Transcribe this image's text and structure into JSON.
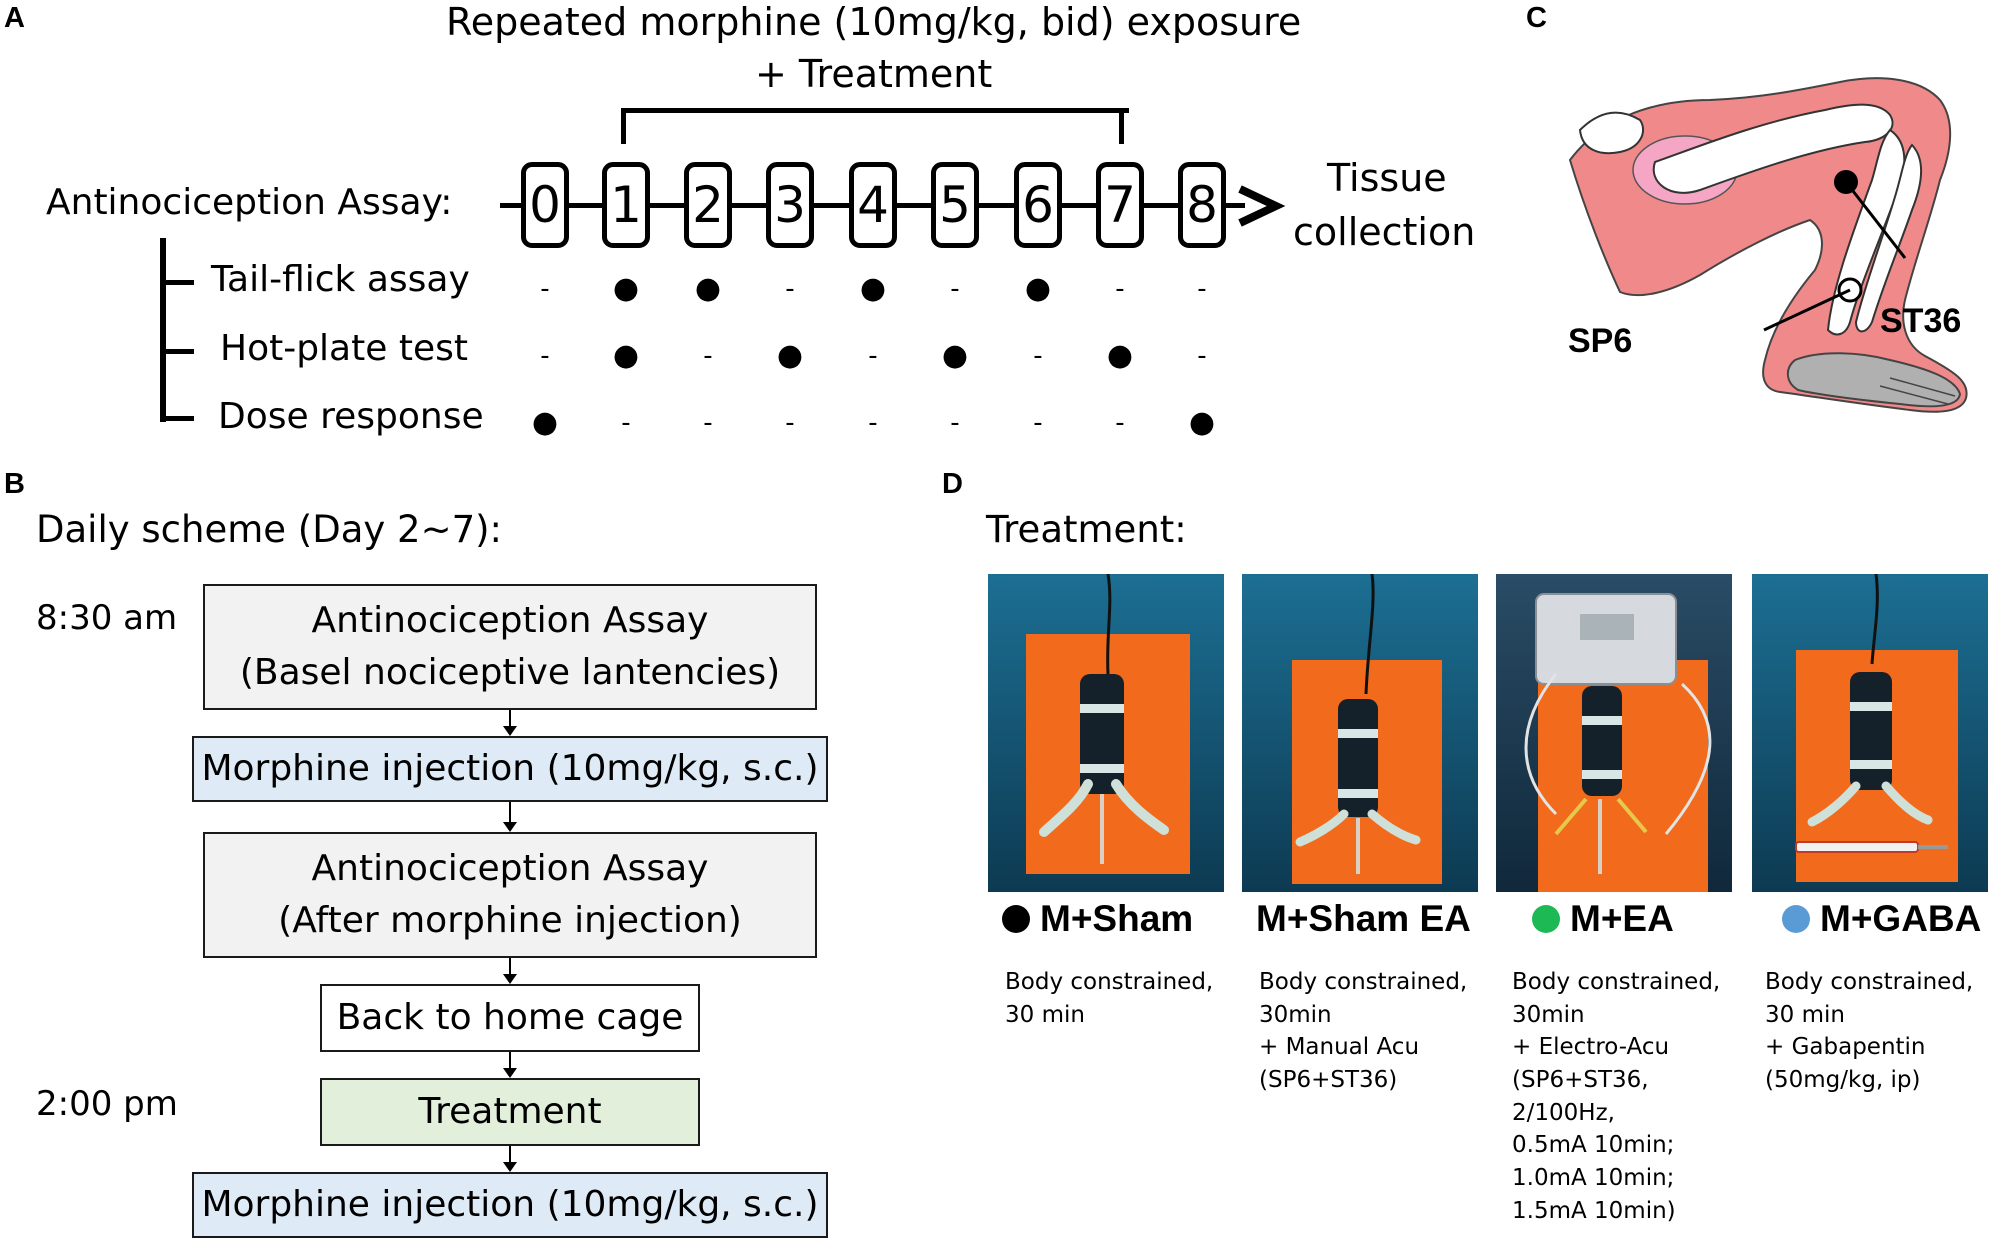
{
  "panel_labels": {
    "a": "A",
    "b": "B",
    "c": "C",
    "d": "D"
  },
  "panel_a": {
    "title_line1": "Repeated morphine (10mg/kg, bid) exposure",
    "title_line2": "+ Treatment",
    "assay_label": "Antinociception Assay:",
    "days": [
      "0",
      "1",
      "2",
      "3",
      "4",
      "5",
      "6",
      "7",
      "8"
    ],
    "end_label_line1": "Tissue",
    "end_label_line2": "collection",
    "rows": [
      {
        "label": "Tail-flick assay",
        "marks": [
          "-",
          "●",
          "●",
          "-",
          "●",
          "-",
          "●",
          "-",
          "-"
        ]
      },
      {
        "label": "Hot-plate test",
        "marks": [
          "-",
          "●",
          "-",
          "●",
          "-",
          "●",
          "-",
          "●",
          "-"
        ]
      },
      {
        "label": "Dose response",
        "marks": [
          "●",
          "-",
          "-",
          "-",
          "-",
          "-",
          "-",
          "-",
          "●"
        ]
      }
    ]
  },
  "panel_b": {
    "title": "Daily scheme (Day 2~7):",
    "time_morning": "8:30 am",
    "time_afternoon": "2:00 pm",
    "steps": [
      {
        "line1": "Antinociception Assay",
        "line2": "(Basel nociceptive lantencies)"
      },
      {
        "line1": "Morphine injection (10mg/kg, s.c.)"
      },
      {
        "line1": "Antinociception Assay",
        "line2": "(After morphine injection)"
      },
      {
        "line1": "Back to home cage"
      },
      {
        "line1": "Treatment"
      },
      {
        "line1": "Morphine injection (10mg/kg, s.c.)"
      }
    ]
  },
  "panel_c": {
    "point_sp6": "SP6",
    "point_st36": "ST36"
  },
  "panel_d": {
    "title": "Treatment:",
    "groups": [
      {
        "name": "M+Sham",
        "dot_color": "#000000",
        "desc": [
          "Body constrained,",
          "30 min"
        ]
      },
      {
        "name": "M+Sham EA",
        "dot_color": "",
        "desc": [
          "Body constrained,",
          "30min",
          "+ Manual Acu",
          "(SP6+ST36)"
        ]
      },
      {
        "name": "M+EA",
        "dot_color": "#1db954",
        "desc": [
          "Body constrained,",
          "30min",
          "+ Electro-Acu",
          "(SP6+ST36,",
          "2/100Hz,",
          "0.5mA 10min;",
          "1.0mA 10min;",
          "1.5mA 10min)"
        ]
      },
      {
        "name": "M+GABA",
        "dot_color": "#5b9bd5",
        "desc": [
          "Body constrained,",
          "30 min",
          "+ Gabapentin",
          "(50mg/kg, ip)"
        ]
      }
    ]
  }
}
